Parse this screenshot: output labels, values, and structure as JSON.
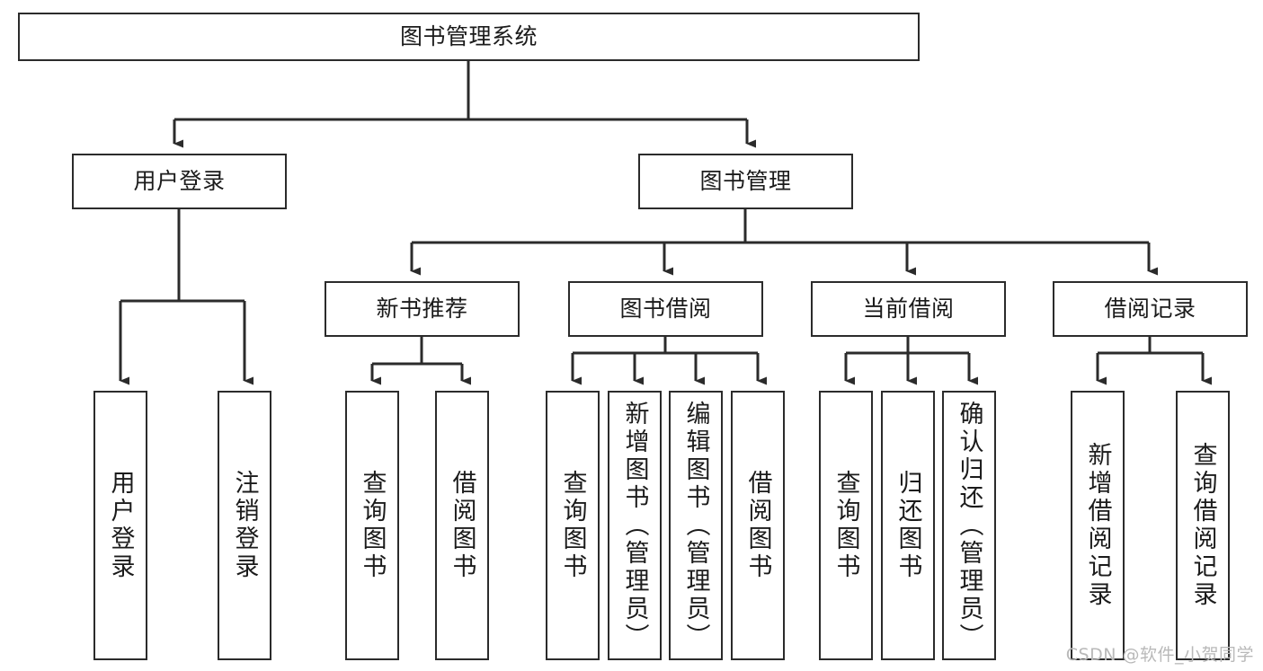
{
  "diagram": {
    "title": "图书管理系统",
    "root": {
      "label": "图书管理系统"
    },
    "level1": [
      {
        "label": "用户登录"
      },
      {
        "label": "图书管理"
      }
    ],
    "level2": [
      {
        "label": "新书推荐"
      },
      {
        "label": "图书借阅"
      },
      {
        "label": "当前借阅"
      },
      {
        "label": "借阅记录"
      }
    ],
    "leaves": {
      "user_login": [
        {
          "label": "用户登录"
        },
        {
          "label": "注销登录"
        }
      ],
      "new_book_recommend": [
        {
          "label": "查询图书"
        },
        {
          "label": "借阅图书"
        }
      ],
      "book_borrow": [
        {
          "label": "查询图书"
        },
        {
          "label": "新增图书（管理员）"
        },
        {
          "label": "编辑图书（管理员）"
        },
        {
          "label": "借阅图书"
        }
      ],
      "current_borrow": [
        {
          "label": "查询图书"
        },
        {
          "label": "归还图书"
        },
        {
          "label": "确认归还（管理员）"
        }
      ],
      "borrow_record": [
        {
          "label": "新增借阅记录"
        },
        {
          "label": "查询借阅记录"
        }
      ]
    }
  },
  "watermark": {
    "text": "CSDN @软件_小贺同学"
  },
  "colors": {
    "stroke": "#2b2b2b",
    "fill": "#ffffff",
    "text": "#1b1b1b",
    "watermark": "#b9b9b9"
  }
}
